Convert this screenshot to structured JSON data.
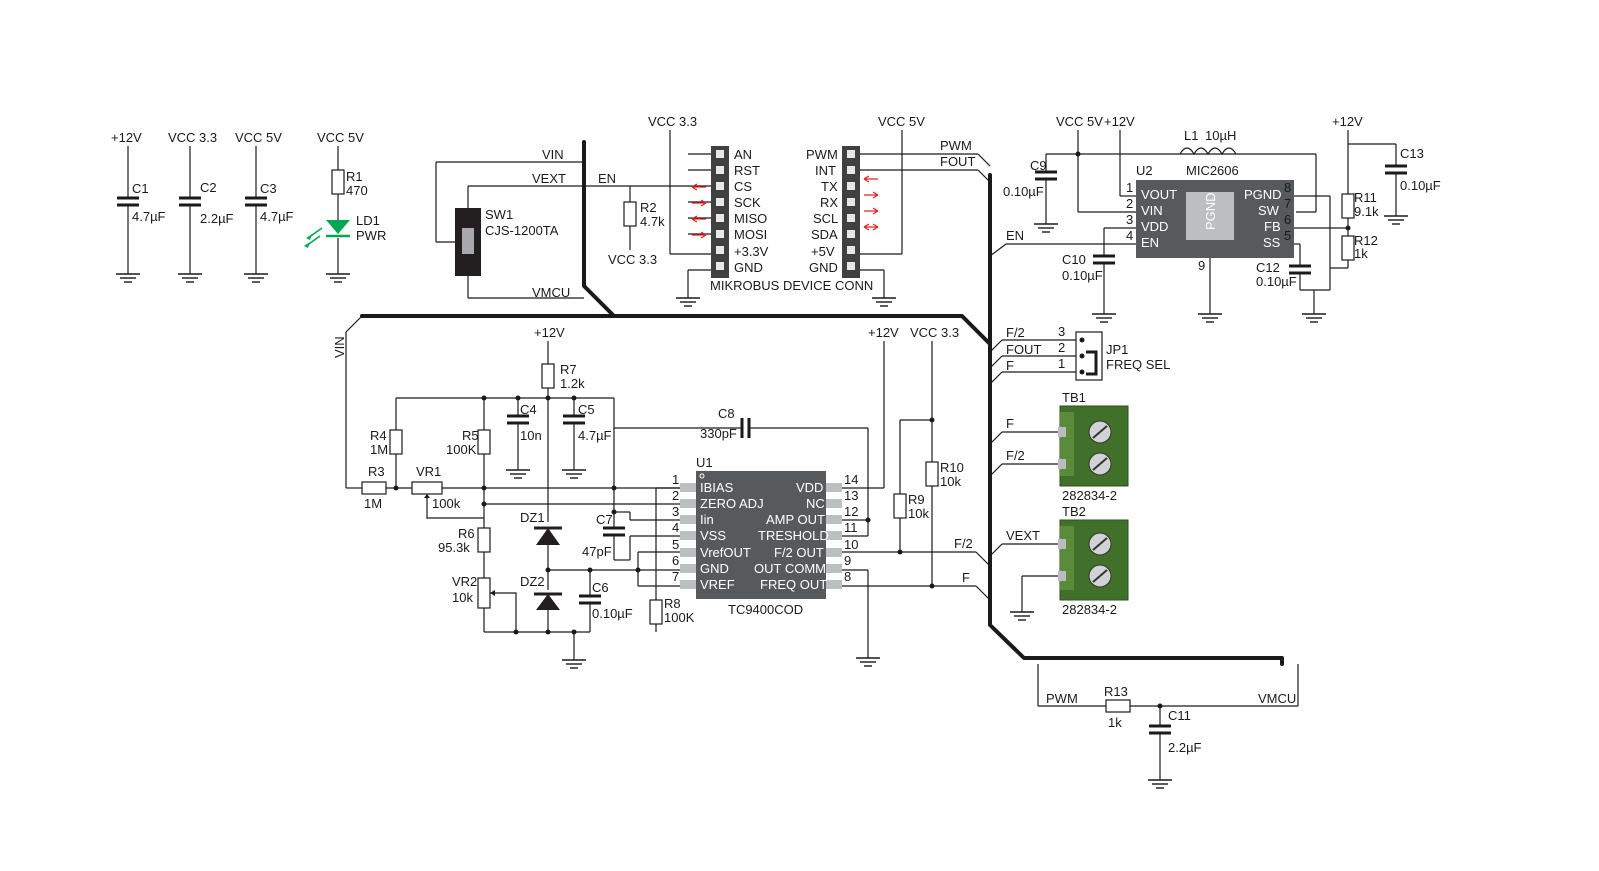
{
  "colors": {
    "wire": "#1a1a1a",
    "chip": "#58595b",
    "terminal": "#41702a",
    "led": "#00a651",
    "arrow": "#e0201c"
  },
  "caps": [
    {
      "ref": "C1",
      "rail": "+12V",
      "value": "4.7µF"
    },
    {
      "ref": "C2",
      "rail": "VCC 3.3",
      "value": "2.2µF"
    },
    {
      "ref": "C3",
      "rail": "VCC 5V",
      "value": "4.7µF"
    }
  ],
  "led": {
    "rail": "VCC 5V",
    "res_ref": "R1",
    "res_val": "470",
    "ref": "LD1",
    "name": "PWR"
  },
  "switch": {
    "ref": "SW1",
    "part": "CJS-1200TA",
    "vin": "VIN",
    "vext": "VEXT",
    "vmcu": "VMCU"
  },
  "mikrobus": {
    "title": "MIKROBUS DEVICE CONN",
    "left": [
      "AN",
      "RST",
      "CS",
      "SCK",
      "MISO",
      "MOSI",
      "+3.3V",
      "GND"
    ],
    "right": [
      "PWM",
      "INT",
      "TX",
      "RX",
      "SCL",
      "SDA",
      "+5V",
      "GND"
    ],
    "vcc33": "VCC 3.3",
    "vcc5": "VCC 5V",
    "en": "EN",
    "r2_ref": "R2",
    "r2_val": "4.7k",
    "r2_rail": "VCC 3.3",
    "pwm": "PWM",
    "fout": "FOUT"
  },
  "boost": {
    "rail_vcc5": "VCC 5V",
    "rail_12": "+12V",
    "l_ref": "L1",
    "l_val": "10µH",
    "ref": "U2",
    "part": "MIC2606",
    "pgnd": "PGND",
    "left_pins": [
      "VOUT",
      "VIN",
      "VDD",
      "EN"
    ],
    "left_nums": [
      "1",
      "2",
      "3",
      "4"
    ],
    "right_pins": [
      "PGND",
      "SW",
      "FB",
      "SS"
    ],
    "right_nums": [
      "8",
      "7",
      "6",
      "5"
    ],
    "bottom_num": "9",
    "c9_ref": "C9",
    "c9_val": "0.10µF",
    "c10_ref": "C10",
    "c10_val": "0.10µF",
    "c12_ref": "C12",
    "c12_val": "0.10µF",
    "c13_ref": "C13",
    "c13_val": "0.10µF",
    "r11_ref": "R11",
    "r11_val": "9.1k",
    "r12_ref": "R12",
    "r12_val": "1k",
    "rail_out": "+12V",
    "en": "EN"
  },
  "jumper": {
    "ref": "JP1",
    "name": "FREQ SEL",
    "labels": [
      "F/2",
      "FOUT",
      "F"
    ],
    "nums": [
      "3",
      "2",
      "1"
    ]
  },
  "tb1": {
    "ref": "TB1",
    "part": "282834-2",
    "l1": "F",
    "l2": "F/2"
  },
  "tb2": {
    "ref": "TB2",
    "part": "282834-2",
    "l1": "VEXT"
  },
  "u1": {
    "ref": "U1",
    "part": "TC9400COD",
    "left_pins": [
      "IBIAS",
      "ZERO ADJ",
      "Iin",
      "VSS",
      "VrefOUT",
      "GND",
      "VREF"
    ],
    "left_nums": [
      "1",
      "2",
      "3",
      "4",
      "5",
      "6",
      "7"
    ],
    "right_pins": [
      "VDD",
      "NC",
      "AMP OUT",
      "TRESHOLD",
      "F/2 OUT",
      "OUT COMM",
      "FREQ OUT"
    ],
    "right_nums": [
      "14",
      "13",
      "12",
      "11",
      "10",
      "9",
      "8"
    ]
  },
  "analog": {
    "vin": "VIN",
    "rail12": "+12V",
    "r3_ref": "R3",
    "r3_val": "1M",
    "r4_ref": "R4",
    "r4_val": "1M",
    "r5_ref": "R5",
    "r5_val": "100K",
    "r6_ref": "R6",
    "r6_val": "95.3k",
    "r7_ref": "R7",
    "r7_val": "1.2k",
    "r8_ref": "R8",
    "r8_val": "100K",
    "vr1_ref": "VR1",
    "vr1_val": "100k",
    "vr2_ref": "VR2",
    "vr2_val": "10k",
    "c4_ref": "C4",
    "c4_val": "10n",
    "c5_ref": "C5",
    "c5_val": "4.7µF",
    "c6_ref": "C6",
    "c6_val": "0.10µF",
    "c7_ref": "C7",
    "c7_val": "47pF",
    "c8_ref": "C8",
    "c8_val": "330pF",
    "dz1": "DZ1",
    "dz2": "DZ2"
  },
  "outputs": {
    "rail12": "+12V",
    "vcc33": "VCC 3.3",
    "r9_ref": "R9",
    "r9_val": "10k",
    "r10_ref": "R10",
    "r10_val": "10k",
    "f2": "F/2",
    "f": "F",
    "en": "EN"
  },
  "rc": {
    "pwm": "PWM",
    "vmcu": "VMCU",
    "r13_ref": "R13",
    "r13_val": "1k",
    "c11_ref": "C11",
    "c11_val": "2.2µF"
  }
}
